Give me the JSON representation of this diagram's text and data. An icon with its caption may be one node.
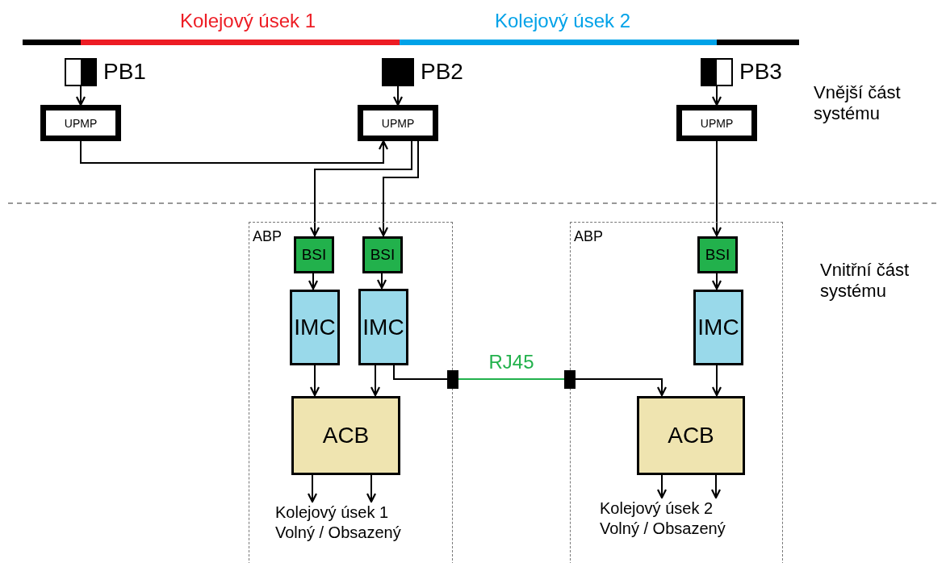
{
  "diagram": {
    "nodes": [
      {
        "text": [
          "PB1"
        ]
      },
      {
        "text": [
          "PB2"
        ]
      },
      {
        "text": [
          "PB3"
        ]
      },
      {
        "text": [
          "UPMP"
        ]
      },
      {
        "text": [
          "UPMP"
        ]
      },
      {
        "text": [
          "UPMP"
        ]
      },
      {
        "text": [
          "ABP"
        ]
      },
      {
        "text": [
          "BSI"
        ],
        "in": 6
      },
      {
        "text": [
          "BSI"
        ],
        "in": 6
      },
      {
        "text": [
          "IMC"
        ],
        "in": 6
      },
      {
        "text": [
          "IMC"
        ],
        "in": 6
      },
      {
        "text": [
          "ACB"
        ],
        "in": 6
      },
      {
        "text": [],
        "shape": "box"
      },
      {
        "text": [
          "ABP"
        ]
      },
      {
        "text": [
          "BSI"
        ],
        "in": 13
      },
      {
        "text": [
          "IMC"
        ],
        "in": 13
      },
      {
        "text": [
          "ACB"
        ],
        "in": 13
      },
      {
        "text": [],
        "shape": "box"
      },
      {
        "text": [
          "Kolejový úsek 1 Volný / Obsazený"
        ],
        "in": 6
      },
      {
        "text": [
          "Kolejový úsek 2 Volný / Obsazený"
        ],
        "in": 13
      }
    ],
    "edges": [
      {
        "from": 0,
        "to": 3,
        "arrow": "to"
      },
      {
        "from": 1,
        "to": 4,
        "arrow": "to"
      },
      {
        "from": 2,
        "to": 5,
        "arrow": "to"
      },
      {
        "from": 3,
        "to": 4,
        "arrow": "to"
      },
      {
        "from": 4,
        "to": 7,
        "arrow": "to"
      },
      {
        "from": 4,
        "to": 8,
        "arrow": "to"
      },
      {
        "from": 5,
        "to": 14,
        "arrow": "to"
      },
      {
        "from": 7,
        "to": 9,
        "arrow": "to"
      },
      {
        "from": 8,
        "to": 10,
        "arrow": "to"
      },
      {
        "from": 14,
        "to": 15,
        "arrow": "to"
      },
      {
        "from": 9,
        "to": 11,
        "arrow": "to"
      },
      {
        "from": 10,
        "to": 11,
        "arrow": "to"
      },
      {
        "from": 15,
        "to": 16,
        "arrow": "to"
      },
      {
        "from": 10,
        "to": 12,
        "arrow": "none"
      },
      {
        "from": 12,
        "to": 17,
        "arrow": "none",
        "label": "RJ45",
        "color": "#22b14c"
      },
      {
        "from": 17,
        "to": 16,
        "arrow": "to"
      },
      {
        "from": 11,
        "to": 18,
        "arrow": "to"
      },
      {
        "from": 11,
        "to": 18,
        "arrow": "to"
      },
      {
        "from": 16,
        "to": 19,
        "arrow": "to"
      },
      {
        "from": 16,
        "to": 19,
        "arrow": "to"
      }
    ],
    "labels": [
      "Kolejový úsek 1",
      "Kolejový úsek 2",
      "Vnější část systému",
      "Vnitřní část systému"
    ]
  }
}
